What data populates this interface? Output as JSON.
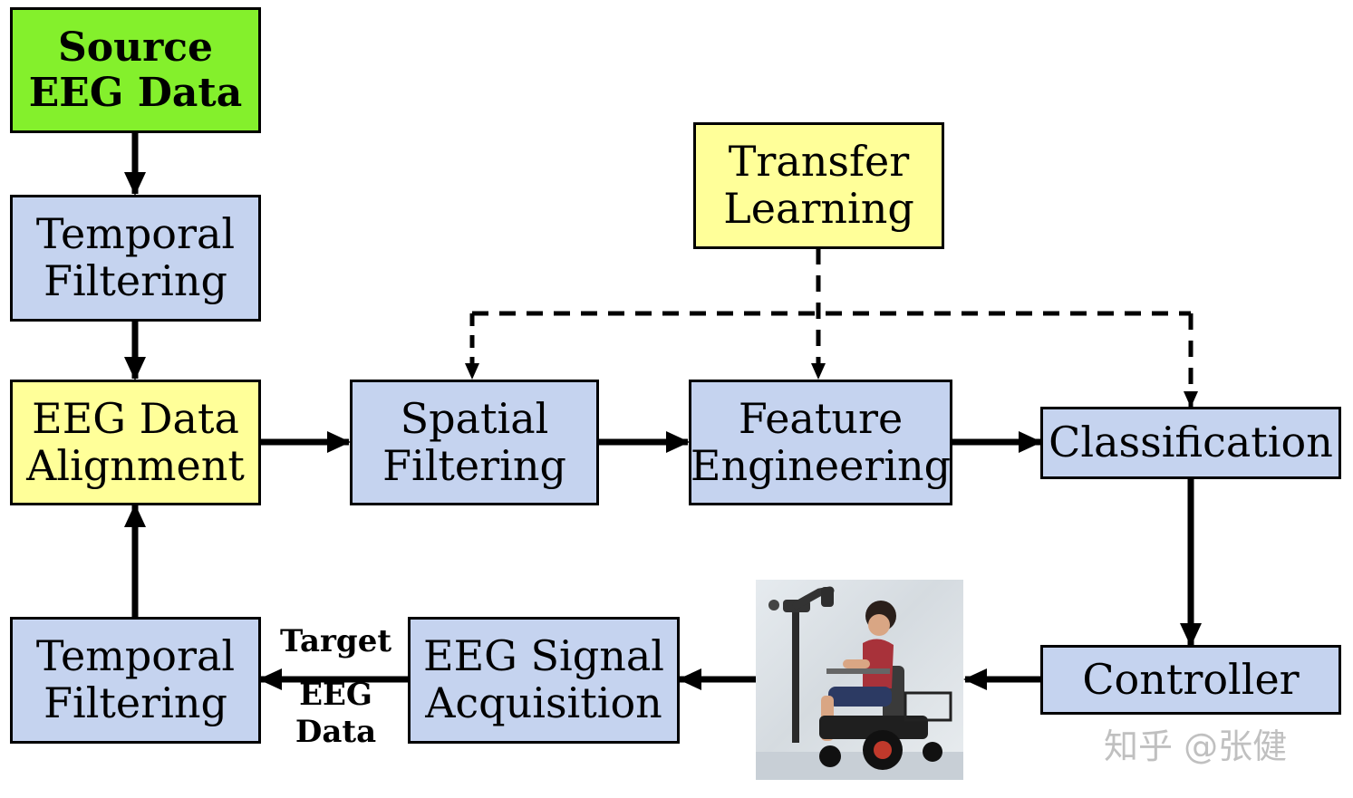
{
  "nodes": {
    "source": [
      "Source",
      "EEG Data"
    ],
    "temporal_filter_source": [
      "Temporal",
      "Filtering"
    ],
    "alignment": [
      "EEG Data",
      "Alignment"
    ],
    "spatial": [
      "Spatial",
      "Filtering"
    ],
    "feature": [
      "Feature",
      "Engineering"
    ],
    "classification": [
      "Classification"
    ],
    "transfer": [
      "Transfer",
      "Learning"
    ],
    "controller": [
      "Controller"
    ],
    "acquisition": [
      "EEG Signal",
      "Acquisition"
    ],
    "temporal_filter_target": [
      "Temporal",
      "Filtering"
    ]
  },
  "edge_label": [
    "Target",
    "EEG",
    "Data"
  ],
  "photo": "wheelchair-user-with-robotic-arm-photo",
  "watermark": "知乎 @张健",
  "colors": {
    "source": "#84f02c",
    "blue_box": "#c5d3ef",
    "yellow_box": "#ffff99",
    "line": "#000000"
  }
}
